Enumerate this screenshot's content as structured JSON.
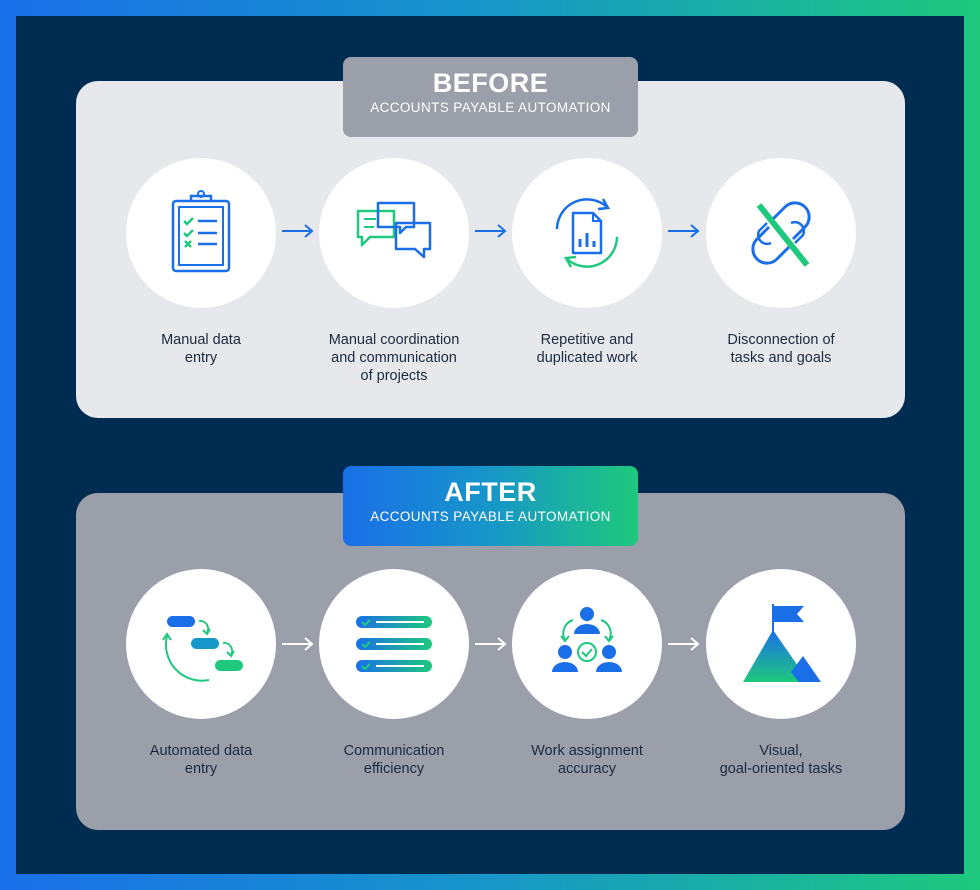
{
  "before": {
    "badge_title": "BEFORE",
    "badge_subtitle": "ACCOUNTS PAYABLE AUTOMATION",
    "items": [
      {
        "label": "Manual data\nentry",
        "icon": "clipboard-checklist-icon"
      },
      {
        "label": "Manual coordination\nand communication\nof projects",
        "icon": "chat-bubbles-icon"
      },
      {
        "label": "Repetitive and\nduplicated work",
        "icon": "document-cycle-icon"
      },
      {
        "label": "Disconnection of\ntasks and goals",
        "icon": "broken-link-icon"
      }
    ]
  },
  "after": {
    "badge_title": "AFTER",
    "badge_subtitle": "ACCOUNTS PAYABLE AUTOMATION",
    "items": [
      {
        "label": "Automated data\nentry",
        "icon": "automated-flow-icon"
      },
      {
        "label": "Communication\nefficiency",
        "icon": "checked-list-icon"
      },
      {
        "label": "Work assignment\naccuracy",
        "icon": "team-assignment-icon"
      },
      {
        "label": "Visual,\ngoal-oriented tasks",
        "icon": "mountain-flag-icon"
      }
    ]
  },
  "colors": {
    "navy": "#002c52",
    "blue": "#1a6fe8",
    "green": "#1ec97d",
    "panel_light": "#e6e8ec",
    "panel_dark": "#9a9fa9"
  }
}
